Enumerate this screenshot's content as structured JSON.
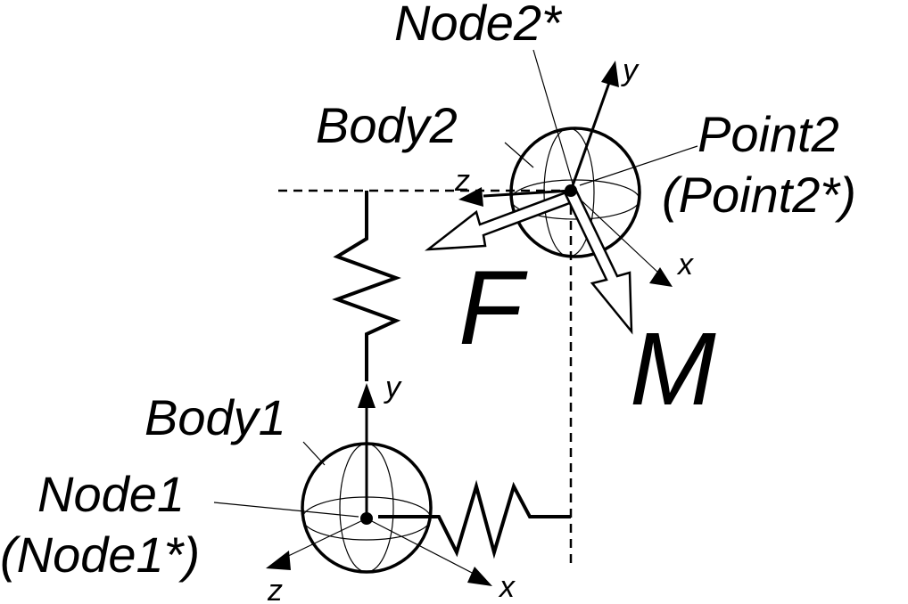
{
  "labels": {
    "node2_star": "Node2*",
    "body2": "Body2",
    "point2": "Point2",
    "point2_star": "(Point2*)",
    "body1": "Body1",
    "node1": "Node1",
    "node1_star": "(Node1*)",
    "force": "F",
    "moment": "M"
  },
  "axes": {
    "body2_y": "y",
    "body2_z": "z",
    "body2_x": "x",
    "body1_y": "y",
    "body1_z": "z",
    "body1_x": "x"
  }
}
